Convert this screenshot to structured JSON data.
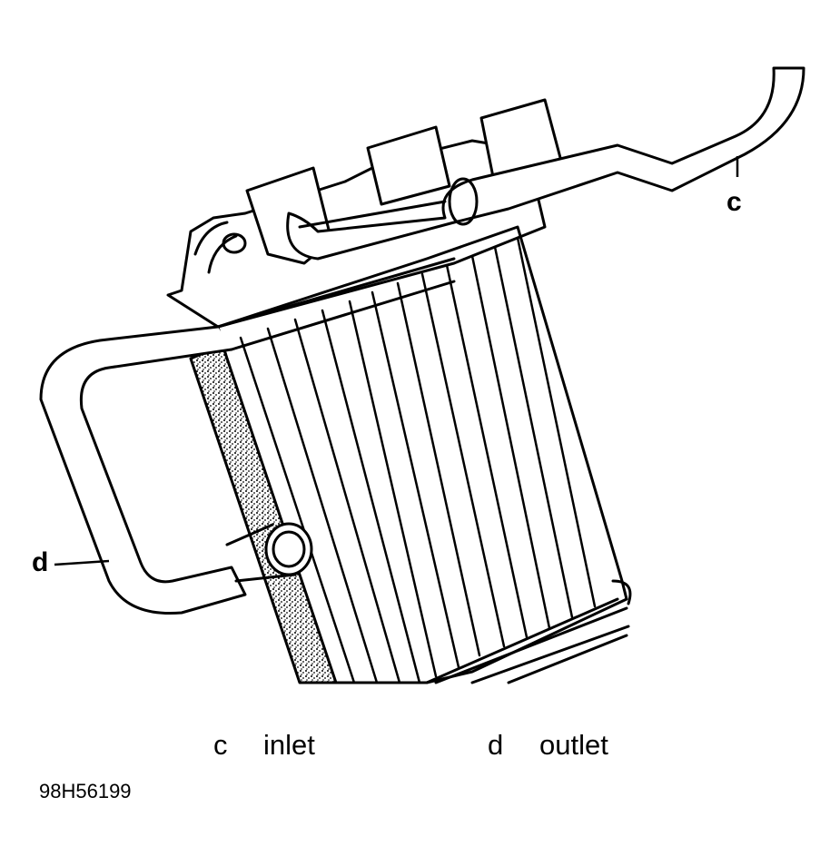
{
  "callouts": {
    "c": "c",
    "d": "d"
  },
  "legend": {
    "items": [
      {
        "letter": "c",
        "label": "inlet"
      },
      {
        "letter": "d",
        "label": "outlet"
      }
    ]
  },
  "figure_id": "98H56199"
}
